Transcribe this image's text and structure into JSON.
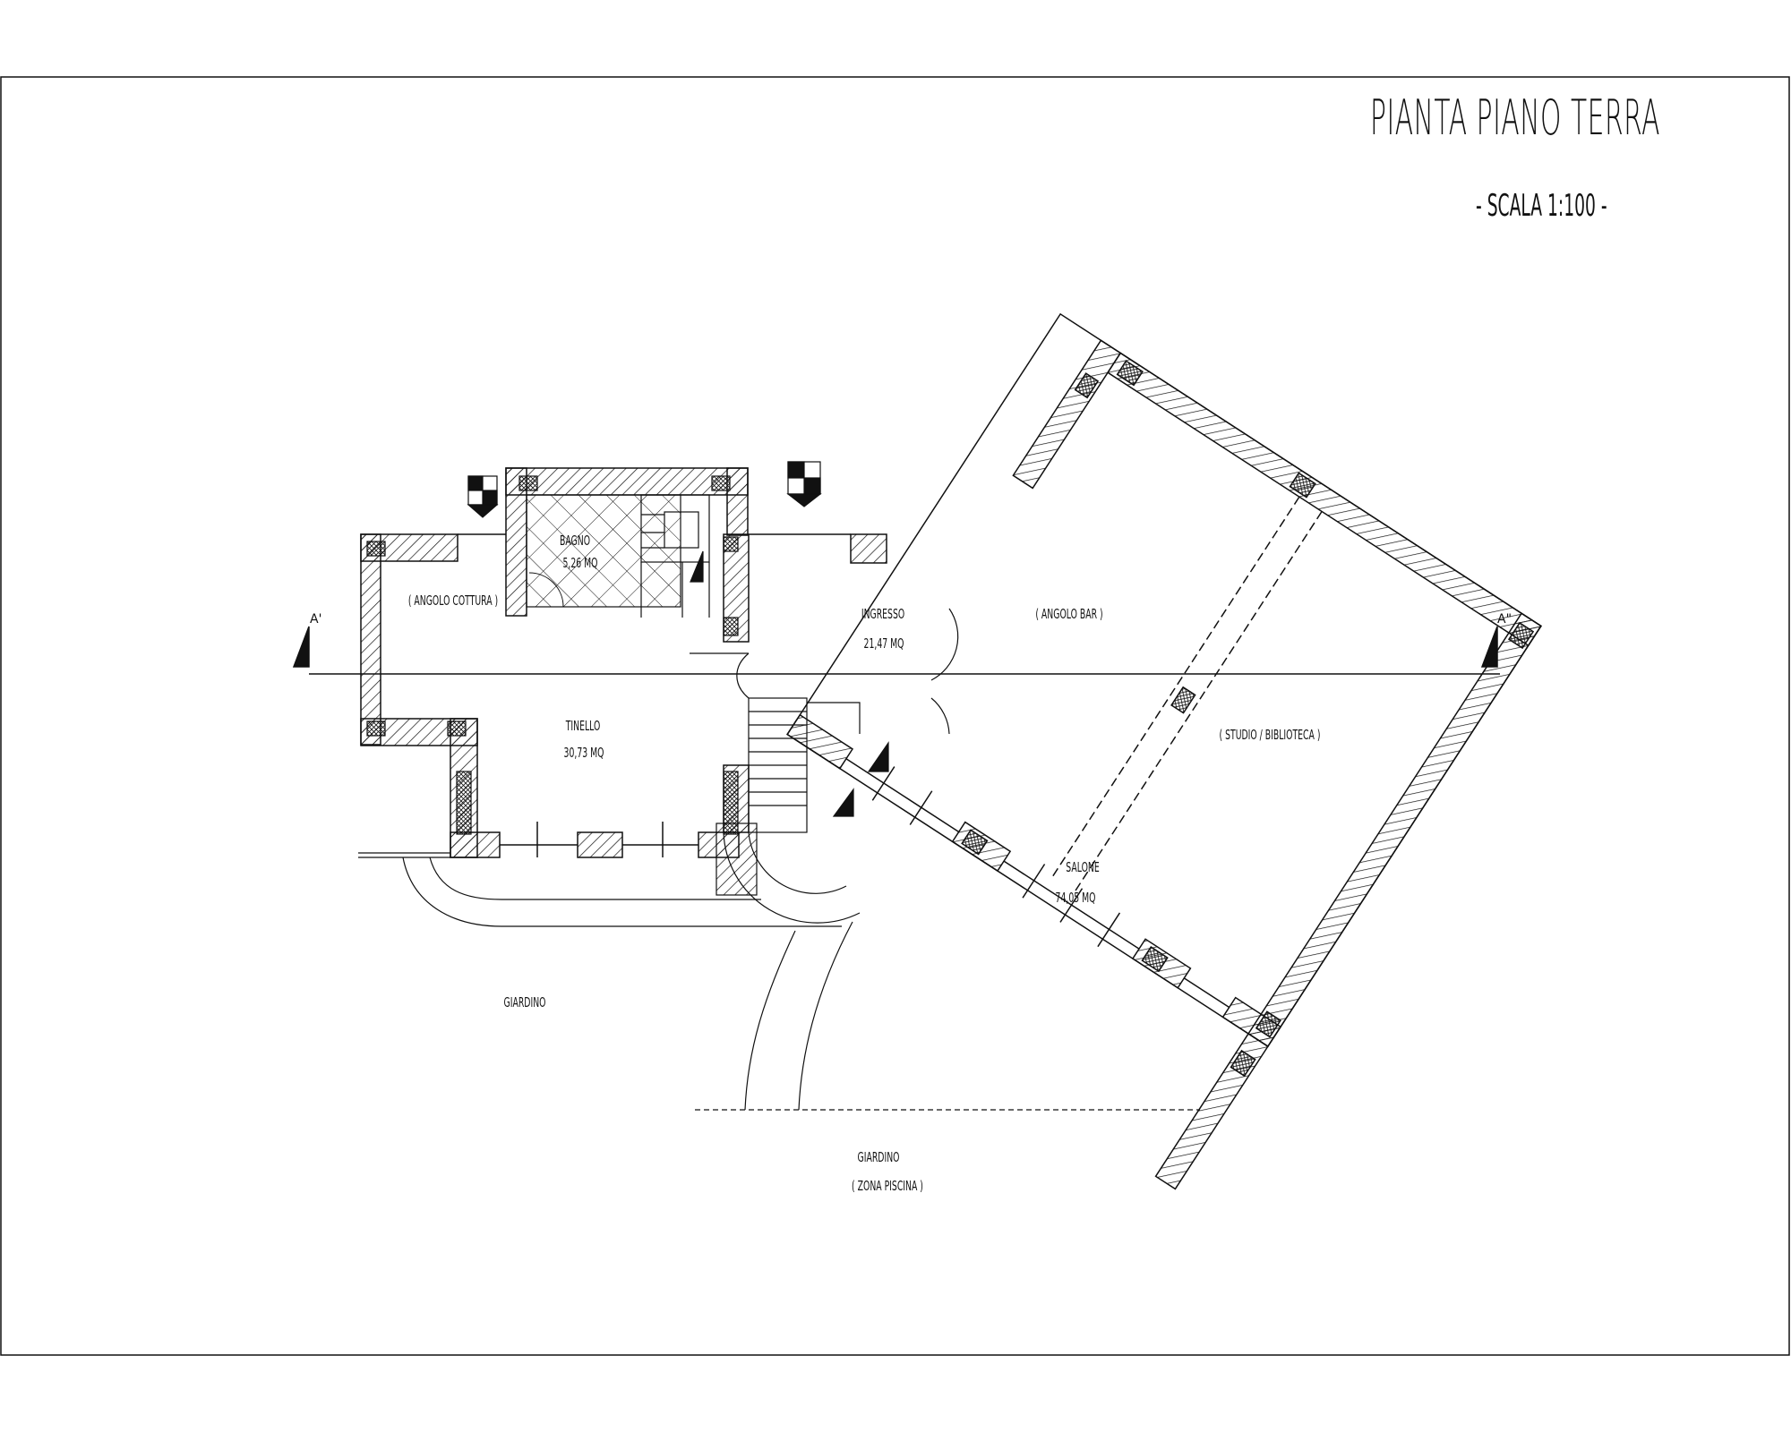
{
  "title": "PIANTA PIANO TERRA",
  "scale": "- SCALA 1:100 -",
  "section_marks": {
    "left": "A'",
    "right": "A\""
  },
  "rooms": {
    "bagno": {
      "name": "BAGNO",
      "area": "5,26 MQ"
    },
    "angolo_cottura": {
      "name": "( ANGOLO COTTURA )"
    },
    "ingresso": {
      "name": "INGRESSO",
      "area": "21,47 MQ"
    },
    "angolo_bar": {
      "name": "( ANGOLO BAR )"
    },
    "tinello": {
      "name": "TINELLO",
      "area": "30,73 MQ"
    },
    "studio": {
      "name": "( STUDIO / BIBLIOTECA )"
    },
    "salone": {
      "name": "SALONE",
      "area": "74,05 MQ"
    },
    "giardino": {
      "name": "GIARDINO"
    },
    "giardino_piscina": {
      "name": "GIARDINO",
      "note": "( ZONA PISCINA )"
    }
  },
  "colors": {
    "line": "#111111",
    "background": "#ffffff"
  }
}
